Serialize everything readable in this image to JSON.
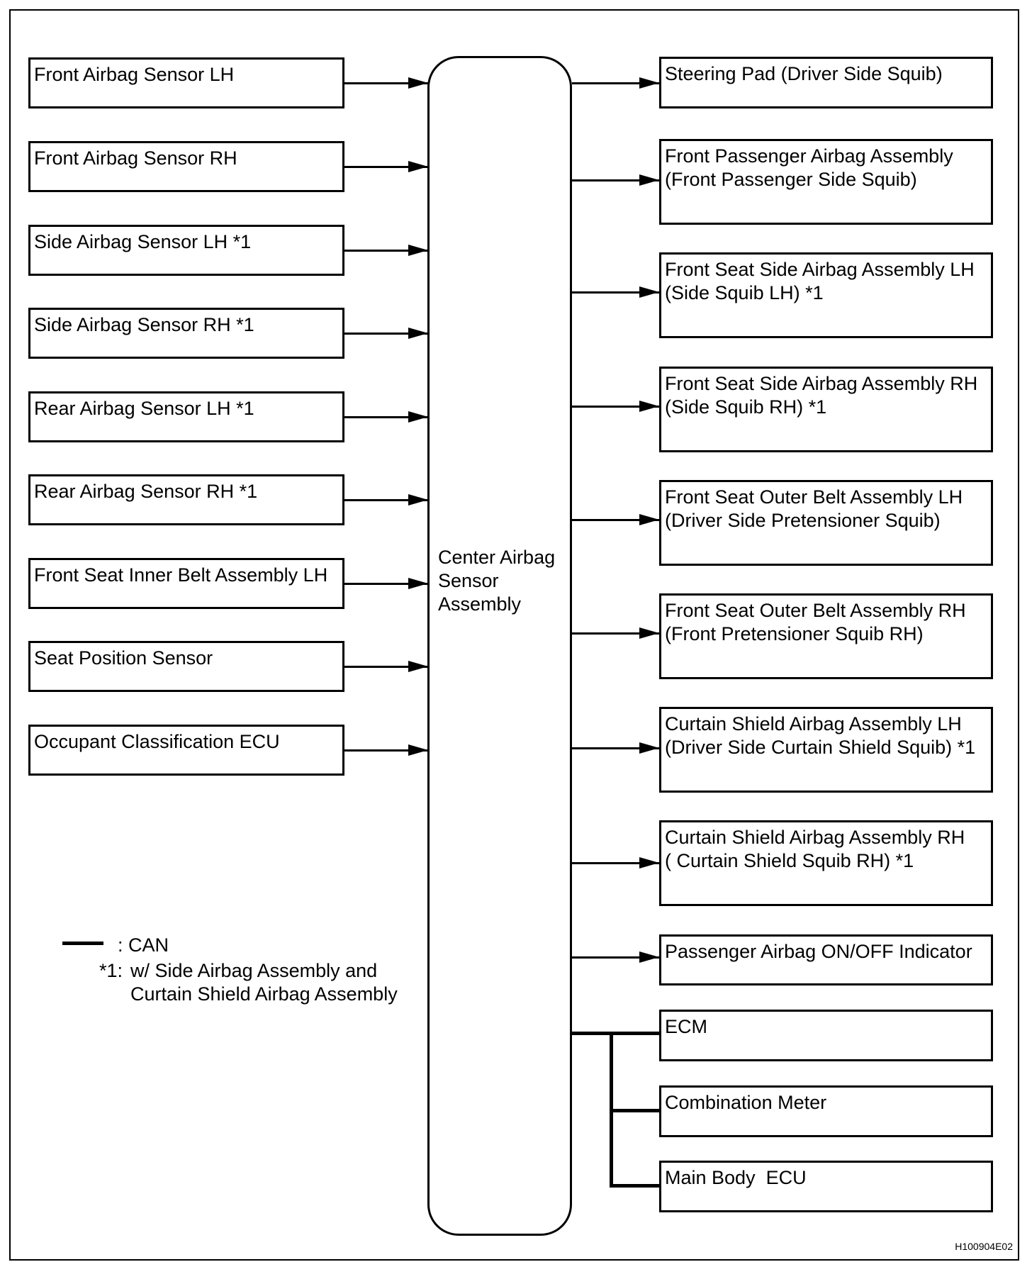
{
  "inputs": [
    "Front Airbag Sensor LH",
    "Front Airbag Sensor RH",
    "Side Airbag Sensor LH *1",
    "Side Airbag Sensor RH *1",
    "Rear Airbag Sensor LH *1",
    "Rear Airbag Sensor RH *1",
    "Front Seat Inner Belt Assembly LH",
    "Seat Position Sensor",
    "Occupant Classification ECU"
  ],
  "center": {
    "label": "Center Airbag\nSensor\nAssembly"
  },
  "outputs": [
    "Steering Pad (Driver Side Squib)",
    "Front Passenger Airbag Assembly\n(Front Passenger Side Squib)",
    "Front Seat Side Airbag Assembly LH\n(Side Squib LH) *1",
    "Front Seat Side Airbag Assembly RH\n(Side Squib RH) *1",
    "Front Seat Outer Belt Assembly LH\n(Driver Side Pretensioner Squib)",
    "Front Seat Outer Belt Assembly RH\n(Front Pretensioner Squib RH)",
    "Curtain Shield Airbag Assembly LH\n(Driver Side Curtain Shield Squib) *1",
    "Curtain Shield Airbag Assembly RH\n( Curtain Shield Squib RH) *1",
    "Passenger Airbag ON/OFF Indicator"
  ],
  "can_bus": [
    "ECM",
    "Combination Meter",
    "Main Body  ECU"
  ],
  "legend": {
    "can_label": ": CAN",
    "note_mark": "*1:",
    "note_text": "w/ Side Airbag Assembly and\nCurtain Shield Airbag Assembly"
  },
  "figure_code": "H100904E02"
}
